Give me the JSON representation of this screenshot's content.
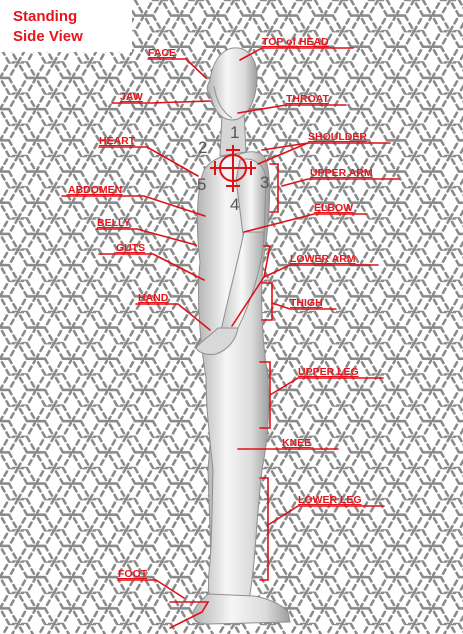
{
  "title": {
    "line1": "Standing",
    "line2": "Side View"
  },
  "labels": {
    "face": "FACE",
    "top_of_head": "TOP of HEAD",
    "jaw": "JAW",
    "throat": "THROAT",
    "shoulder": "SHOULDER",
    "heart": "HEART",
    "upper_arm": "UPPER ARM",
    "abdomen": "ABDOMEN",
    "elbow": "ELBOW",
    "belly": "BELLY",
    "guts": "GUTS",
    "lower_arm": "LOWER ARM",
    "hand": "HAND",
    "thigh": "THIGH",
    "upper_leg": "UPPER LEG",
    "knee": "KNEE",
    "lower_leg": "LOWER LEG",
    "foot": "FOOT"
  },
  "zones": [
    "1",
    "2",
    "3",
    "4",
    "5"
  ],
  "colors": {
    "label": "#e8141c",
    "leader": "#e01018",
    "figure_light": "#f4f4f4",
    "figure_dark": "#a9a9a9",
    "hex_grid": "#8a8a8a",
    "zone_number": "#555555",
    "crosshair": "#e01018"
  },
  "icons": {
    "target": "crosshair-icon"
  }
}
